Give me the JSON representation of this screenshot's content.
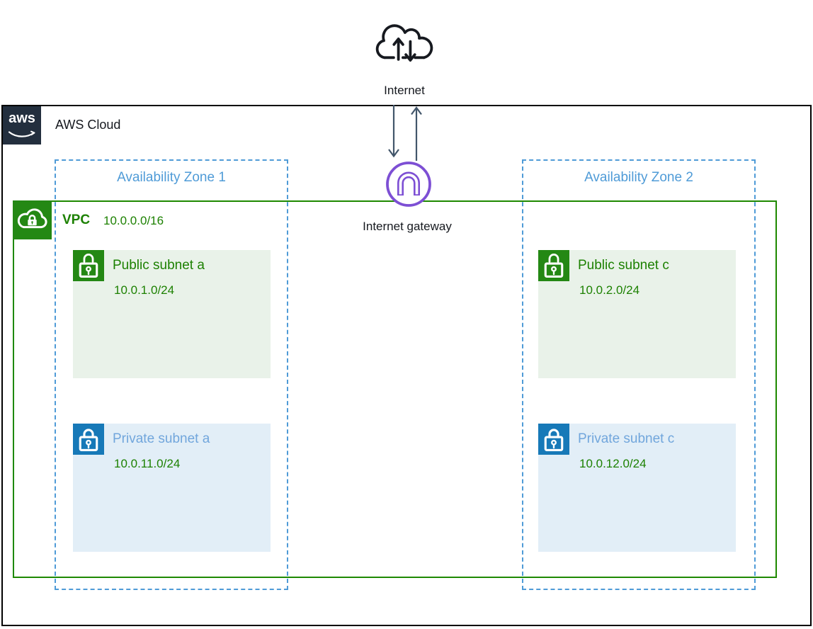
{
  "internet": {
    "label": "Internet"
  },
  "aws_cloud": {
    "label": "AWS Cloud",
    "logo_text": "aws"
  },
  "internet_gateway": {
    "label": "Internet gateway"
  },
  "vpc": {
    "label": "VPC",
    "cidr": "10.0.0.0/16"
  },
  "availability_zones": [
    {
      "label": "Availability Zone 1",
      "subnets": [
        {
          "type": "public",
          "title": "Public subnet a",
          "cidr": "10.0.1.0/24"
        },
        {
          "type": "private",
          "title": "Private subnet a",
          "cidr": "10.0.11.0/24"
        }
      ]
    },
    {
      "label": "Availability Zone 2",
      "subnets": [
        {
          "type": "public",
          "title": "Public subnet c",
          "cidr": "10.0.2.0/24"
        },
        {
          "type": "private",
          "title": "Private subnet c",
          "cidr": "10.0.12.0/24"
        }
      ]
    }
  ],
  "icons": {
    "internet": "cloud-updown-arrows-icon",
    "aws_logo": "aws-logo",
    "internet_gateway": "purple-gateway-arch-icon",
    "vpc": "green-cloud-lock-icon",
    "public_subnet": "open-lock-icon",
    "private_subnet": "closed-lock-icon"
  },
  "colors": {
    "green_text": "#1d8102",
    "green_border": "#1e8900",
    "green_icon_bg": "#248814",
    "public_subnet_bg": "#e9f2e9",
    "blue_icon_bg": "#1779b8",
    "private_title_blue": "#71a6dc",
    "private_subnet_bg": "#e2eef7",
    "az_blue": "#4f9bd7",
    "gateway_purple": "#7d4fd4",
    "aws_navy": "#232f3e",
    "arrow_slate": "#42566a",
    "frame_black": "#000000"
  }
}
